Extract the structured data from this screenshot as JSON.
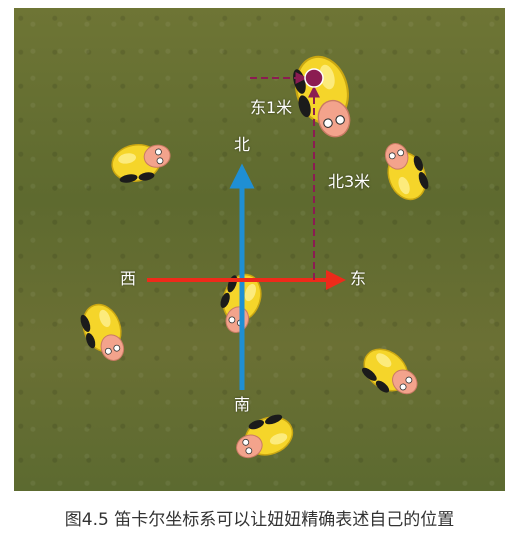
{
  "scene": {
    "directions": {
      "north": "北",
      "south": "南",
      "east": "东",
      "west": "西"
    },
    "offsets": {
      "east": "东1米",
      "north": "北3米"
    },
    "colors": {
      "grass": "#66712f",
      "ns_axis": "#1f8fd4",
      "ew_axis": "#ee2a1a",
      "guide": "#8b1c52",
      "target": "#8b1c52",
      "character_body": "#f5d52a"
    },
    "character_icon": "yellow-cartoon-character-icon",
    "target_icon": "target-point-icon"
  },
  "caption": "图4.5 笛卡尔坐标系可以让妞妞精确表述自己的位置"
}
